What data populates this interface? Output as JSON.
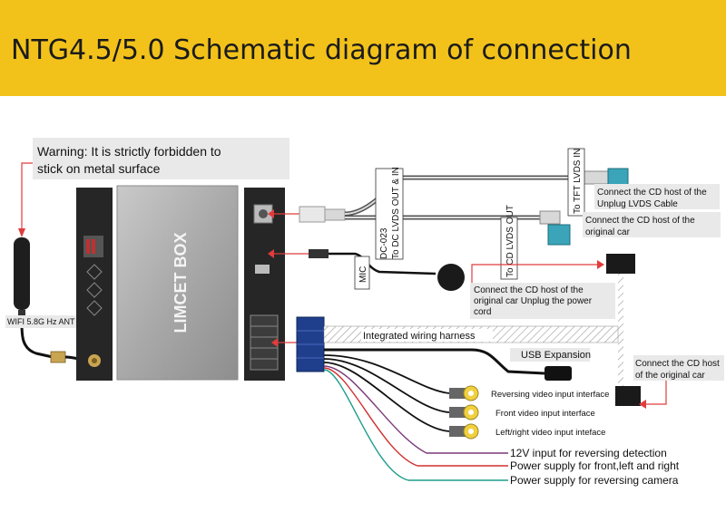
{
  "title": "NTG4.5/5.0 Schematic diagram of connection",
  "warning": {
    "line1": "Warning: It is strictly forbidden to",
    "line2": "stick on metal surface"
  },
  "device": {
    "brand": "LIMCET BOX"
  },
  "antenna_label": "WIFI 5.8G Hz ANT",
  "mic_label": "MIC",
  "harness_label": "Integrated wiring harness",
  "usb_label": "USB Expansion",
  "vertical_labels": {
    "dc023": "DC-023",
    "lvds_out_in": "To DC LVDS OUT & IN",
    "cd_lvds_out": "To CD LVDS OUT",
    "tft_lvds_in": "To TFT LVDS IN"
  },
  "callouts": {
    "unplug_lvds_1": "Connect the CD host of the",
    "unplug_lvds_2": "Unplug LVDS Cable",
    "original_car_1": "Connect the CD host of the",
    "original_car_2": "original car",
    "power_cord_1": "Connect the CD host of the",
    "power_cord_2": "original car Unplug the power",
    "power_cord_3": "cord",
    "cd_host_1": "Connect the CD host",
    "cd_host_2": "of the original car"
  },
  "video_inputs": [
    "Reversing video input interface",
    "Front video input interface",
    "Left/right video input inteface"
  ],
  "wire_labels": [
    "12V input for reversing detection",
    "Power supply for front,left and right",
    "Power supply for reversing camera"
  ],
  "colors": {
    "banner": "#f2c21b",
    "callout_line": "#e03c3c",
    "rca_yellow": "#f0d040",
    "rca_red": "#d03030"
  }
}
